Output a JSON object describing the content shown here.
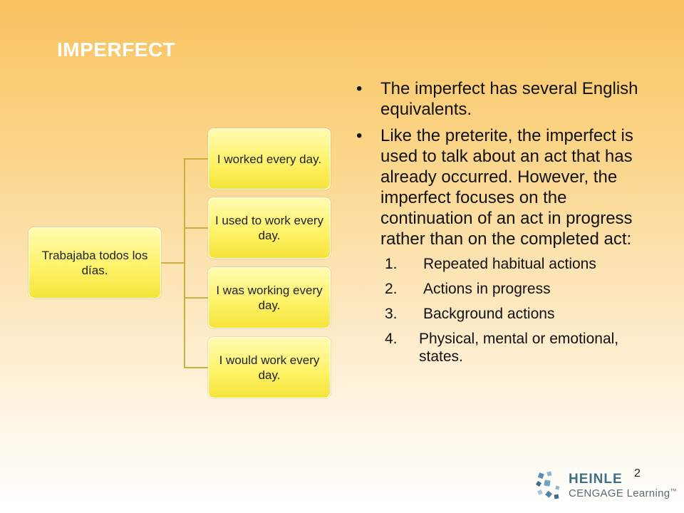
{
  "slide": {
    "title": "IMPERFECT",
    "page_number": "2"
  },
  "diagram": {
    "root": "Trabajaba todos los días.",
    "branches": [
      "I worked every day.",
      "I used to work every day.",
      "I was working every day.",
      "I would work every day."
    ],
    "colors": {
      "box_fill": "#fff36a",
      "connector": "#c8b03a"
    }
  },
  "content": {
    "bullet_char": "•",
    "bullets": [
      "The imperfect has several English equivalents.",
      "Like the preterite, the imperfect is used to talk about an act that has already occurred. However, the imperfect focuses on the continuation of an act in progress rather than on the completed act:"
    ],
    "list": [
      {
        "num": "1.",
        "text": "Repeated habitual actions"
      },
      {
        "num": "2.",
        "text": "Actions in progress"
      },
      {
        "num": "3.",
        "text": "Background actions"
      },
      {
        "num": "4.",
        "text": "Physical, mental or emotional, states."
      }
    ]
  },
  "logo": {
    "line1": "HEINLE",
    "line2": "CENGAGE Learning",
    "trademark": "™"
  }
}
